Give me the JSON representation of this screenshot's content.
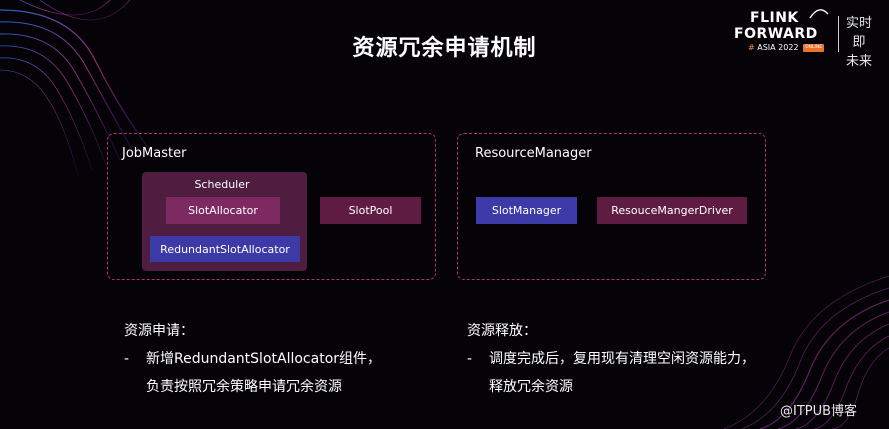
{
  "slide": {
    "title": "资源冗余申请机制"
  },
  "logo": {
    "line1": "FLINK",
    "line2": "FORWARD",
    "hash": "#",
    "sub": "ASIA 2022",
    "badge": "ONLINE",
    "cn_line1": "实时即",
    "cn_line2": "未来"
  },
  "job_master": {
    "label": "JobMaster",
    "scheduler": {
      "label": "Scheduler",
      "slot_allocator": "SlotAllocator",
      "redundant_slot_allocator": "RedundantSlotAllocator"
    },
    "slot_pool": "SlotPool"
  },
  "resource_manager": {
    "label": "ResourceManager",
    "slot_manager": "SlotManager",
    "driver": "ResouceMangerDriver"
  },
  "apply": {
    "heading": "资源申请：",
    "dash": "-",
    "line1": "新增RedundantSlotAllocator组件，",
    "line2": "负责按照冗余策略申请冗余资源"
  },
  "release": {
    "heading": "资源释放：",
    "dash": "-",
    "line1": "调度完成后，复用现有清理空闲资源能力，",
    "line2": "释放冗余资源"
  },
  "watermark": "@ITPUB博客",
  "colors": {
    "panel_border": "#b8306a",
    "scheduler_bg": "#4e1d40",
    "component_pink": "#7d2a63",
    "component_dark": "#5e1c42",
    "component_blue": "#3b3aa6",
    "background": "#050307"
  }
}
